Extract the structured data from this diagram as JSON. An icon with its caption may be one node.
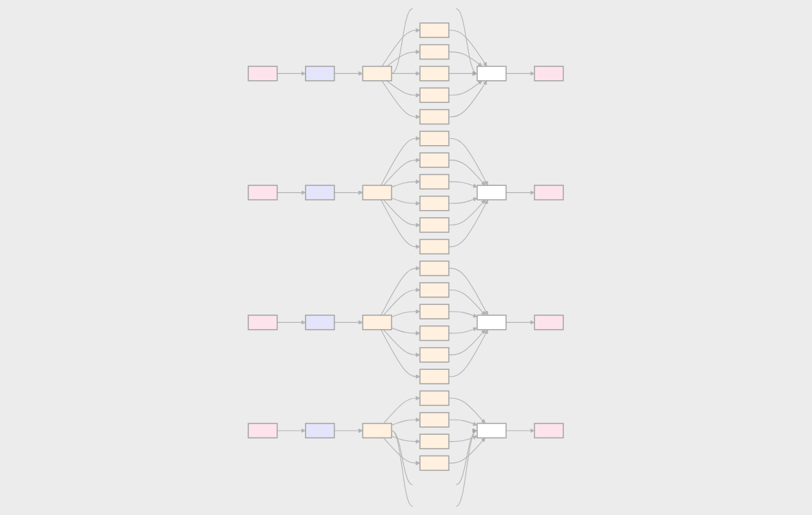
{
  "diagram": {
    "nodes": [
      {
        "text": [],
        "shape": "box"
      },
      {
        "text": [],
        "shape": "box"
      },
      {
        "text": [],
        "shape": "box"
      },
      {
        "text": [],
        "shape": "box"
      },
      {
        "text": [],
        "shape": "box"
      },
      {
        "text": [],
        "shape": "box"
      },
      {
        "text": [],
        "shape": "box"
      },
      {
        "text": [],
        "shape": "box"
      },
      {
        "text": [],
        "shape": "box"
      },
      {
        "text": [],
        "shape": "box"
      },
      {
        "text": [],
        "shape": "box"
      },
      {
        "text": [],
        "shape": "box"
      },
      {
        "text": [],
        "shape": "box"
      },
      {
        "text": [],
        "shape": "box"
      },
      {
        "text": [],
        "shape": "box"
      },
      {
        "text": [],
        "shape": "box"
      },
      {
        "text": [],
        "shape": "box"
      },
      {
        "text": [],
        "shape": "box"
      },
      {
        "text": [],
        "shape": "box"
      },
      {
        "text": [],
        "shape": "box"
      },
      {
        "text": [],
        "shape": "box"
      },
      {
        "text": [],
        "shape": "box"
      },
      {
        "text": [],
        "shape": "box"
      },
      {
        "text": [],
        "shape": "box"
      },
      {
        "text": [],
        "shape": "box"
      },
      {
        "text": [],
        "shape": "box"
      },
      {
        "text": [],
        "shape": "box"
      },
      {
        "text": [],
        "shape": "box"
      },
      {
        "text": [],
        "shape": "box"
      },
      {
        "text": [],
        "shape": "box"
      },
      {
        "text": [],
        "shape": "box"
      },
      {
        "text": [],
        "shape": "box"
      },
      {
        "text": [],
        "shape": "box"
      },
      {
        "text": [],
        "shape": "box"
      },
      {
        "text": [],
        "shape": "box"
      },
      {
        "text": [],
        "shape": "box"
      },
      {
        "text": [],
        "shape": "box"
      },
      {
        "text": [],
        "shape": "box"
      },
      {
        "text": [],
        "shape": "box"
      },
      {
        "text": [],
        "shape": "box"
      },
      {
        "text": [],
        "shape": "box"
      }
    ],
    "edges": [
      {
        "from": 0,
        "to": 1,
        "arrow": "to"
      },
      {
        "from": 1,
        "to": 2,
        "arrow": "to"
      },
      {
        "from": 2,
        "to": null,
        "arrow": "none"
      },
      {
        "from": 2,
        "to": 3,
        "arrow": "to"
      },
      {
        "from": 2,
        "to": 4,
        "arrow": "to"
      },
      {
        "from": 2,
        "to": 5,
        "arrow": "to"
      },
      {
        "from": 2,
        "to": 6,
        "arrow": "to"
      },
      {
        "from": 2,
        "to": 7,
        "arrow": "to"
      },
      {
        "from": null,
        "to": 8,
        "arrow": "to"
      },
      {
        "from": 3,
        "to": 8,
        "arrow": "to"
      },
      {
        "from": 4,
        "to": 8,
        "arrow": "to"
      },
      {
        "from": 5,
        "to": 8,
        "arrow": "to"
      },
      {
        "from": 6,
        "to": 8,
        "arrow": "to"
      },
      {
        "from": 7,
        "to": 8,
        "arrow": "to"
      },
      {
        "from": 8,
        "to": 9,
        "arrow": "to"
      },
      {
        "from": 10,
        "to": 11,
        "arrow": "to"
      },
      {
        "from": 11,
        "to": 12,
        "arrow": "to"
      },
      {
        "from": 12,
        "to": 13,
        "arrow": "to"
      },
      {
        "from": 12,
        "to": 14,
        "arrow": "to"
      },
      {
        "from": 12,
        "to": 15,
        "arrow": "to"
      },
      {
        "from": 12,
        "to": 16,
        "arrow": "to"
      },
      {
        "from": 12,
        "to": 17,
        "arrow": "to"
      },
      {
        "from": 12,
        "to": 18,
        "arrow": "to"
      },
      {
        "from": 13,
        "to": 19,
        "arrow": "to"
      },
      {
        "from": 14,
        "to": 19,
        "arrow": "to"
      },
      {
        "from": 15,
        "to": 19,
        "arrow": "to"
      },
      {
        "from": 16,
        "to": 19,
        "arrow": "to"
      },
      {
        "from": 17,
        "to": 19,
        "arrow": "to"
      },
      {
        "from": 18,
        "to": 19,
        "arrow": "to"
      },
      {
        "from": 19,
        "to": 20,
        "arrow": "to"
      },
      {
        "from": 21,
        "to": 22,
        "arrow": "to"
      },
      {
        "from": 22,
        "to": 23,
        "arrow": "to"
      },
      {
        "from": 23,
        "to": 24,
        "arrow": "to"
      },
      {
        "from": 23,
        "to": 25,
        "arrow": "to"
      },
      {
        "from": 23,
        "to": 26,
        "arrow": "to"
      },
      {
        "from": 23,
        "to": 27,
        "arrow": "to"
      },
      {
        "from": 23,
        "to": 28,
        "arrow": "to"
      },
      {
        "from": 23,
        "to": 29,
        "arrow": "to"
      },
      {
        "from": 24,
        "to": 30,
        "arrow": "to"
      },
      {
        "from": 25,
        "to": 30,
        "arrow": "to"
      },
      {
        "from": 26,
        "to": 30,
        "arrow": "to"
      },
      {
        "from": 27,
        "to": 30,
        "arrow": "to"
      },
      {
        "from": 28,
        "to": 30,
        "arrow": "to"
      },
      {
        "from": 29,
        "to": 30,
        "arrow": "to"
      },
      {
        "from": 30,
        "to": 31,
        "arrow": "to"
      },
      {
        "from": 32,
        "to": 33,
        "arrow": "to"
      },
      {
        "from": 33,
        "to": 34,
        "arrow": "to"
      },
      {
        "from": 34,
        "to": 35,
        "arrow": "to"
      },
      {
        "from": 34,
        "to": 36,
        "arrow": "to"
      },
      {
        "from": 34,
        "to": 37,
        "arrow": "to"
      },
      {
        "from": 34,
        "to": 38,
        "arrow": "to"
      },
      {
        "from": 34,
        "to": null,
        "arrow": "none"
      },
      {
        "from": 34,
        "to": null,
        "arrow": "none"
      },
      {
        "from": 35,
        "to": 39,
        "arrow": "to"
      },
      {
        "from": 36,
        "to": 39,
        "arrow": "to"
      },
      {
        "from": 37,
        "to": 39,
        "arrow": "to"
      },
      {
        "from": 38,
        "to": 39,
        "arrow": "to"
      },
      {
        "from": null,
        "to": 39,
        "arrow": "to"
      },
      {
        "from": null,
        "to": 39,
        "arrow": "to"
      },
      {
        "from": 39,
        "to": 40,
        "arrow": "to"
      }
    ]
  }
}
